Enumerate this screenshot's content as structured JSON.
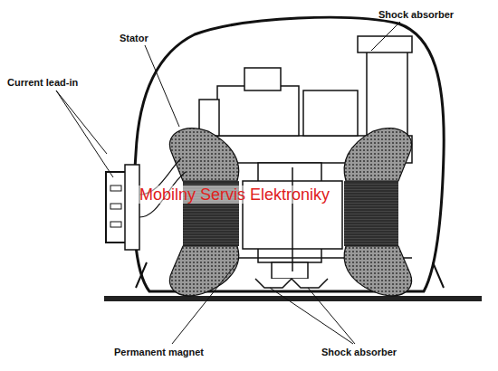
{
  "diagram": {
    "labels": [
      "Shock absorber",
      "Stator",
      "Current lead-in",
      "Mobilny Servis Elektroniky",
      "Permanent magnet",
      "Shock absorber"
    ]
  }
}
